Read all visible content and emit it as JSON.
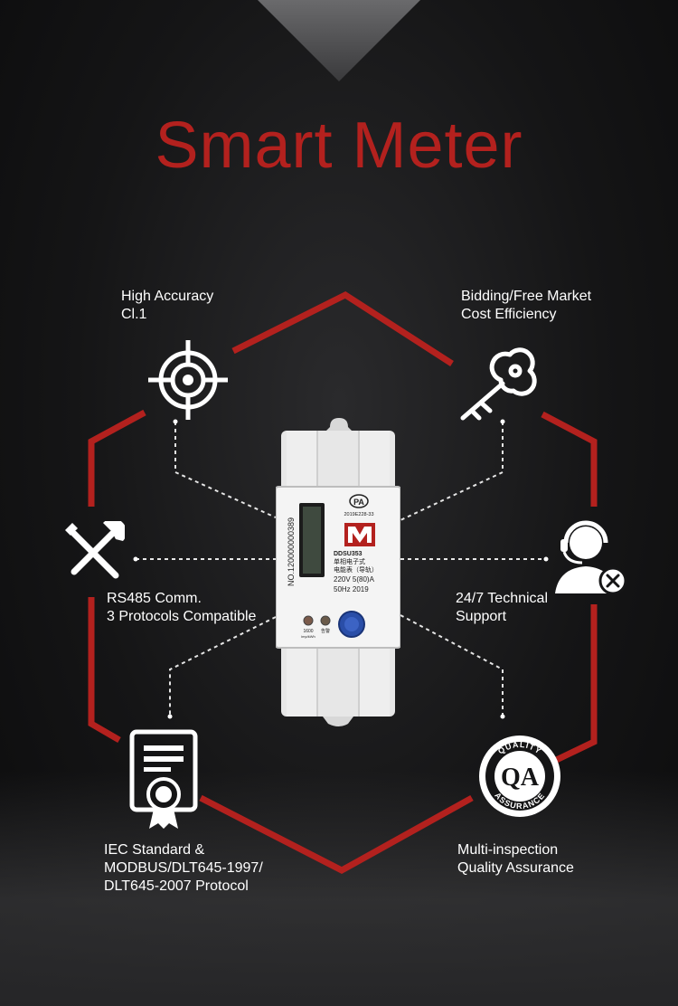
{
  "title": "Smart Meter",
  "colors": {
    "accent": "#b3211e",
    "text": "#ffffff",
    "background": "#151516"
  },
  "features": {
    "accuracy": {
      "line1": "High Accuracy",
      "line2": "Cl.1",
      "icon": "crosshair-icon"
    },
    "market": {
      "line1": "Bidding/Free Market",
      "line2": "Cost Efficiency",
      "icon": "key-icon"
    },
    "comm": {
      "line1": "RS485 Comm.",
      "line2": "3 Protocols Compatible",
      "icon": "tools-icon"
    },
    "support": {
      "line1": "24/7 Technical",
      "line2": "Support",
      "icon": "headset-support-icon"
    },
    "standard": {
      "line1": "IEC Standard &",
      "line2": "MODBUS/DLT645-1997/",
      "line3": "DLT645-2007 Protocol",
      "icon": "certificate-icon"
    },
    "quality": {
      "line1": "Multi-inspection",
      "line2": "Quality Assurance",
      "icon": "quality-assurance-icon"
    }
  },
  "meter": {
    "serial": "NO.120000000389",
    "cert": "2019E228-33",
    "model": "DDSU353",
    "name_cn": "单相电子式",
    "name_cn2": "电能表（导轨）",
    "rating": "220V 5(80)A",
    "freq_year": "50Hz 2019",
    "led_label": "1600",
    "led_unit": "imp/kWh",
    "alarm_label": "告警",
    "qa_top": "QUALITY",
    "qa_mark": "QA",
    "qa_bottom": "ASSURANCE"
  }
}
